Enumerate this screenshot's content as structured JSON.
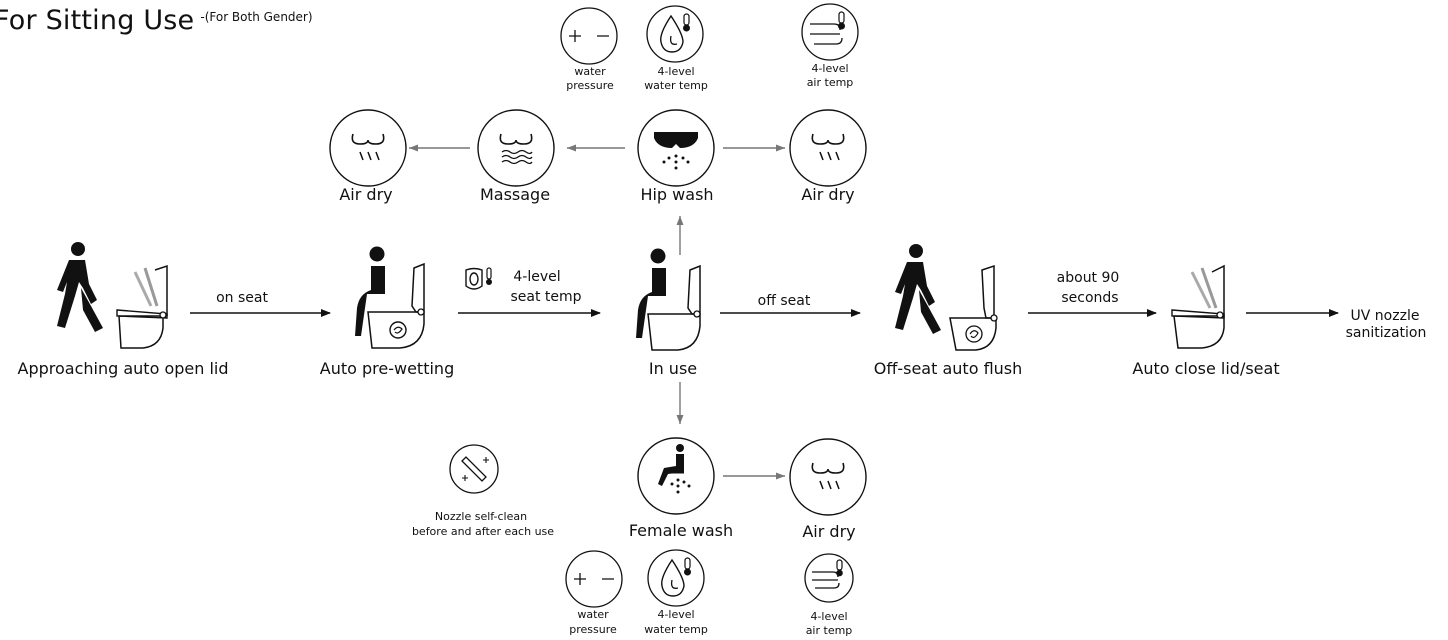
{
  "title": {
    "main": "For Sitting Use",
    "sub": "-(For Both Gender)"
  },
  "stages": {
    "approaching": "Approaching auto open lid",
    "prewetting": "Auto pre-wetting",
    "in_use": "In use",
    "off_seat_flush": "Off-seat auto flush",
    "auto_close": "Auto close lid/seat",
    "uv": [
      "UV nozzle",
      "sanitization"
    ]
  },
  "transitions": {
    "on_seat": "on seat",
    "seat_temp": [
      "4-level",
      "seat temp"
    ],
    "off_seat": "off seat",
    "about_90": [
      "about 90",
      "seconds"
    ]
  },
  "hip_branch": {
    "hip_wash": "Hip wash",
    "massage": "Massage",
    "air_dry_left": "Air dry",
    "air_dry_right": "Air dry",
    "water_pressure": [
      "water",
      "pressure"
    ],
    "water_temp": [
      "4-level",
      "water temp"
    ],
    "air_temp": [
      "4-level",
      "air temp"
    ]
  },
  "female_branch": {
    "female_wash": "Female wash",
    "air_dry": "Air dry",
    "nozzle_clean": [
      "Nozzle self-clean",
      "before and after each use"
    ],
    "water_pressure": [
      "water",
      "pressure"
    ],
    "water_temp": [
      "4-level",
      "water temp"
    ],
    "air_temp": [
      "4-level",
      "air temp"
    ]
  },
  "icons": [
    "walking-person-icon",
    "sitting-person-icon",
    "toilet-icon",
    "circle-icon",
    "plus-minus-icon",
    "water-drop-thermometer-icon",
    "wind-thermometer-icon",
    "massage-waves-icon",
    "air-dry-icon",
    "hip-wash-icon",
    "female-wash-icon",
    "nozzle-clean-icon",
    "seat-thermometer-icon",
    "flush-swirl-icon"
  ]
}
